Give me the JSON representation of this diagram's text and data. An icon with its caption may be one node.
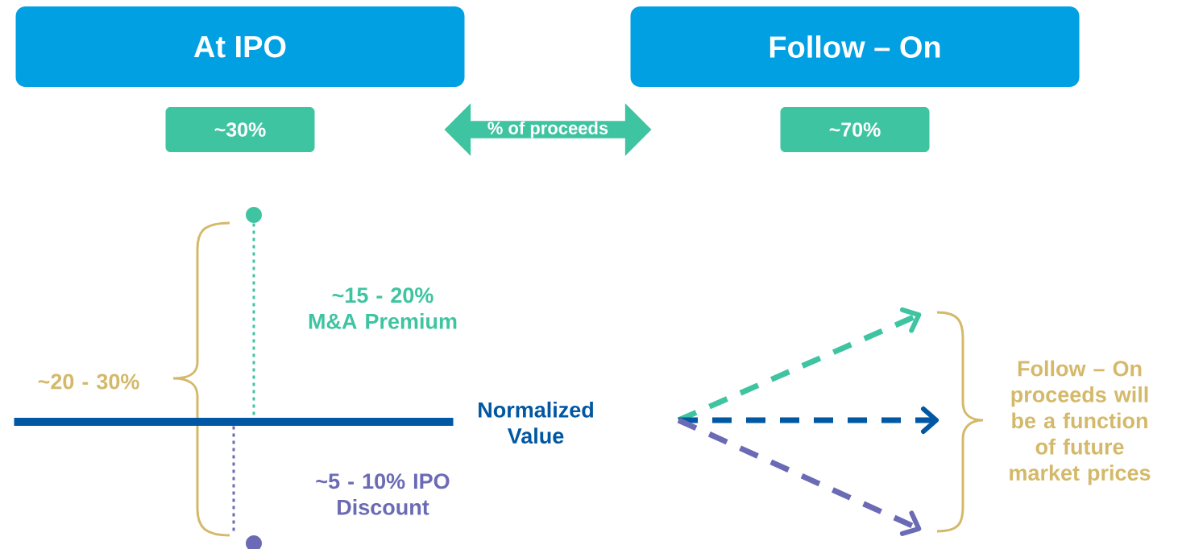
{
  "diagram": {
    "nodes": [
      {
        "text": [
          "At IPO"
        ]
      },
      {
        "text": [
          "Follow – On"
        ]
      },
      {
        "text": [
          "~30%"
        ]
      },
      {
        "text": [
          "% of proceeds"
        ]
      },
      {
        "text": [
          "~70%"
        ]
      },
      {
        "text": [],
        "shape": "circle"
      },
      {
        "text": [],
        "shape": "circle"
      },
      {
        "text": [],
        "shape": "bar",
        "beside": [
          "Normalized Value"
        ]
      }
    ],
    "edges": [
      {
        "from": 5,
        "to": 7,
        "arrow": "none",
        "style": "dashed",
        "color": "#3fc4a1",
        "label": "~15 - 20% M&A Premium"
      },
      {
        "from": 7,
        "to": 6,
        "arrow": "none",
        "style": "dashed",
        "color": "#6b6bb5",
        "label": "~5 - 10% IPO Discount"
      }
    ],
    "labels": [
      "~20 - 30%",
      "Follow – On proceeds will be a function of future market prices"
    ]
  }
}
